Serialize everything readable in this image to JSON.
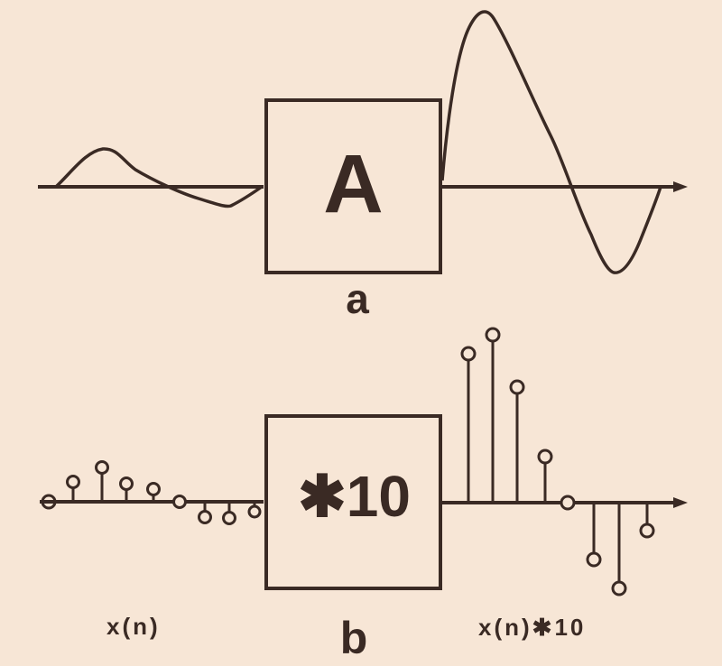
{
  "panel_a": {
    "caption": "a",
    "block_label": "A",
    "input_signal": "small analog waveform (one positive lobe, one negative lobe)",
    "output_signal": "amplified analog waveform (large positive lobe, large negative lobe)"
  },
  "panel_b": {
    "caption": "b",
    "block_label": "✱10",
    "input_label": "x(n)",
    "output_label": "x(n)✱10",
    "input_samples": [
      0,
      1,
      2,
      1,
      0.6,
      0,
      -1,
      -1,
      -0.6
    ],
    "output_samples": [
      5.4,
      6.1,
      4.2,
      1.9,
      0,
      -2.2,
      -3.2,
      -1.0
    ]
  },
  "colors": {
    "background": "#f7e6d6",
    "ink": "#3a2a24"
  }
}
